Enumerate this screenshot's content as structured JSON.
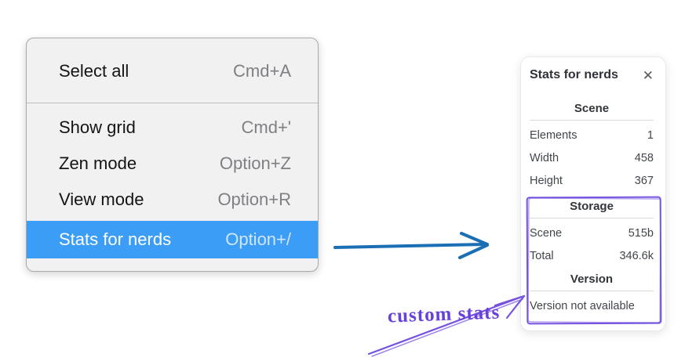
{
  "context_menu": {
    "groups": [
      {
        "items": [
          {
            "label": "Select all",
            "shortcut": "Cmd+A"
          }
        ]
      },
      {
        "items": [
          {
            "label": "Show grid",
            "shortcut": "Cmd+'"
          },
          {
            "label": "Zen mode",
            "shortcut": "Option+Z"
          },
          {
            "label": "View mode",
            "shortcut": "Option+R"
          },
          {
            "label": "Stats for nerds",
            "shortcut": "Option+/",
            "selected": true
          }
        ]
      }
    ],
    "highlight_color": "#3b9df5"
  },
  "stats_panel": {
    "title": "Stats for nerds",
    "close_icon": "✕",
    "sections": [
      {
        "heading": "Scene",
        "rows": [
          {
            "label": "Elements",
            "value": "1"
          },
          {
            "label": "Width",
            "value": "458"
          },
          {
            "label": "Height",
            "value": "367"
          }
        ]
      },
      {
        "heading": "Storage",
        "rows": [
          {
            "label": "Scene",
            "value": "515b"
          },
          {
            "label": "Total",
            "value": "346.6k"
          }
        ]
      },
      {
        "heading": "Version",
        "note": "Version not available"
      }
    ]
  },
  "annotation": {
    "label": "custom stats",
    "arrow_blue": "#1b6fb5",
    "purple": "#7553e0",
    "text_purple": "#6741d9"
  }
}
